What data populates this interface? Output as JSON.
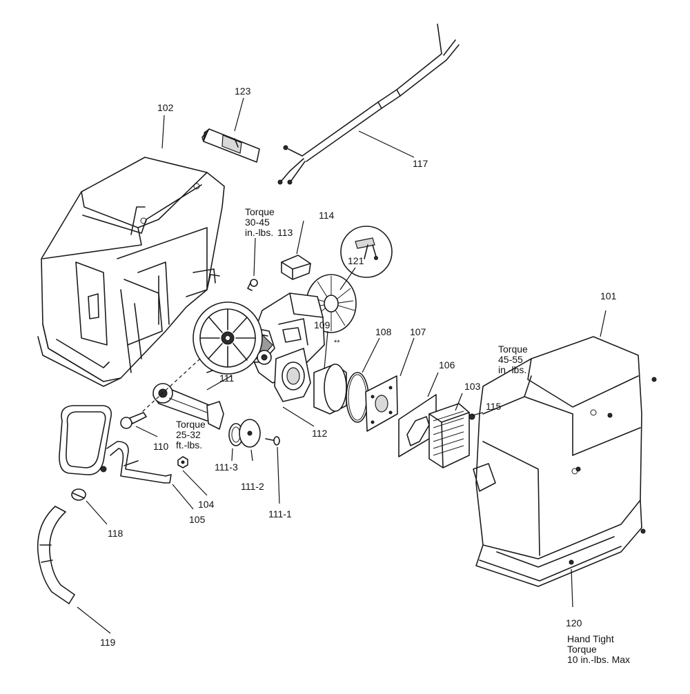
{
  "callouts": {
    "c101": "101",
    "c102": "102",
    "c103": "103",
    "c104": "104",
    "c105": "105",
    "c106": "106",
    "c107": "107",
    "c108": "108",
    "c109": "109",
    "c110": "110",
    "c111": "111",
    "c111_1": "111-1",
    "c111_2": "111-2",
    "c111_3": "111-3",
    "c112": "112",
    "c113": "113",
    "c114": "114",
    "c115": "115",
    "c117": "117",
    "c118": "118",
    "c119": "119",
    "c120": "120",
    "c121": "121",
    "c123": "123",
    "star": "**"
  },
  "notes": {
    "torque_113": [
      "Torque",
      "30-45",
      "in.-lbs."
    ],
    "torque_111": [
      "Torque",
      "25-32",
      "ft.-lbs."
    ],
    "torque_101": [
      "Torque",
      "45-55",
      "in.-lbs."
    ],
    "torque_120": [
      "Hand Tight",
      "Torque",
      "10 in.-lbs. Max"
    ]
  }
}
